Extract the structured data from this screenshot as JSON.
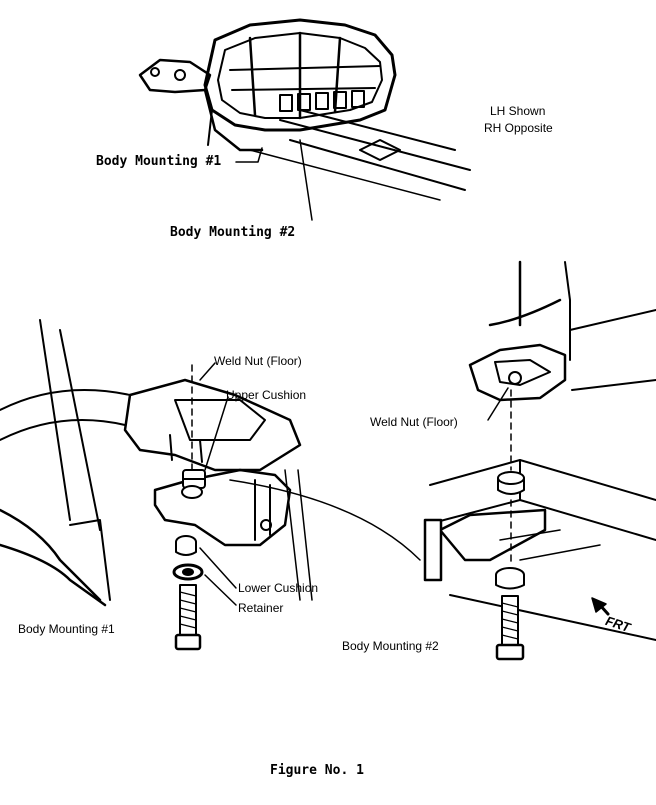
{
  "top_view": {
    "orientation_line1": "LH Shown",
    "orientation_line2": "RH Opposite",
    "mount1_label": "Body Mounting #1",
    "mount2_label": "Body Mounting #2"
  },
  "detail_mount1": {
    "weld_nut_label": "Weld Nut (Floor)",
    "upper_cushion_label": "Upper Cushion",
    "lower_cushion_label": "Lower Cushion",
    "retainer_label": "Retainer",
    "title": "Body Mounting #1"
  },
  "detail_mount2": {
    "weld_nut_label": "Weld Nut (Floor)",
    "title": "Body Mounting #2",
    "direction_label": "FRT"
  },
  "figure_caption": "Figure No. 1",
  "colors": {
    "ink": "#000000",
    "paper": "#ffffff"
  },
  "icons": {
    "direction": "front-arrow-icon"
  }
}
